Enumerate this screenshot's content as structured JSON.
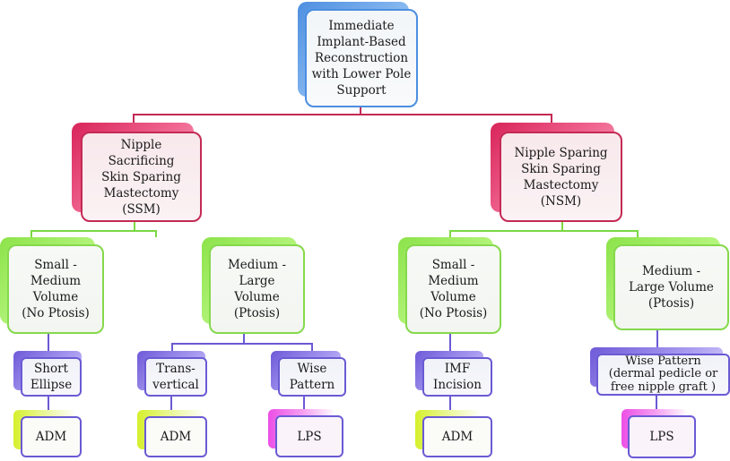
{
  "diagram": {
    "type": "tree",
    "root": {
      "label": "Immediate\nImplant-Based\nReconstruction\nwith Lower Pole\nSupport",
      "color": "#4c8ee0"
    },
    "level1": [
      {
        "label": "Nipple Sacrificing\nSkin Sparing\nMastectomy\n(SSM)",
        "color": "#c42a55"
      },
      {
        "label": "Nipple Sparing\nSkin Sparing\nMastectomy\n(NSM)",
        "color": "#c42a55"
      }
    ],
    "level2": [
      {
        "label": "Small -\nMedium\nVolume\n(No  Ptosis)",
        "parent": "SSM",
        "color": "#85d94c"
      },
      {
        "label": "Medium -\nLarge\nVolume\n(Ptosis)",
        "parent": "SSM",
        "color": "#85d94c"
      },
      {
        "label": "Small -\nMedium\nVolume\n(No  Ptosis)",
        "parent": "NSM",
        "color": "#85d94c"
      },
      {
        "label": "Medium -\nLarge    Volume\n(Ptosis)",
        "parent": "NSM",
        "color": "#85d94c"
      }
    ],
    "level3": [
      {
        "label": "Short\nEllipse",
        "color": "#6a5ad4"
      },
      {
        "label": "Trans-\nvertical",
        "color": "#6a5ad4"
      },
      {
        "label": "Wise\nPattern",
        "color": "#6a5ad4"
      },
      {
        "label": "IMF\nIncision",
        "color": "#6a5ad4"
      },
      {
        "label": "Wise Pattern\n(dermal pedicle or\nfree nipple graft )",
        "color": "#6a5ad4"
      }
    ],
    "level4": [
      {
        "label": "ADM",
        "accent": "#d6f02c"
      },
      {
        "label": "ADM",
        "accent": "#d6f02c"
      },
      {
        "label": "LPS",
        "accent": "#ec4fe6"
      },
      {
        "label": "ADM",
        "accent": "#d6f02c"
      },
      {
        "label": "LPS",
        "accent": "#ec4fe6"
      }
    ]
  }
}
